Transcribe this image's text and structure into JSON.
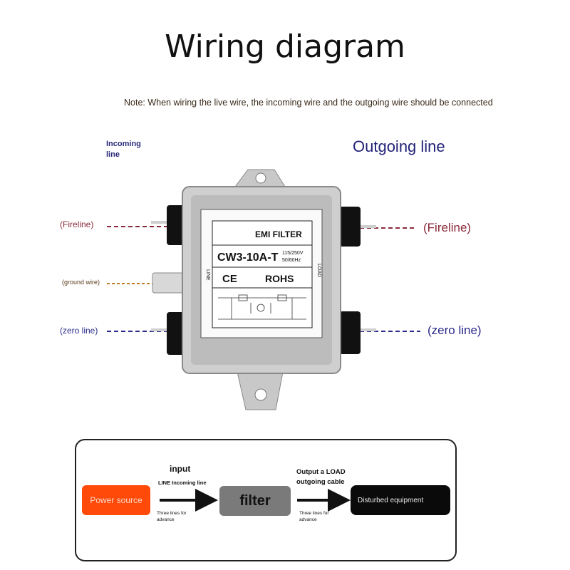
{
  "title": "Wiring diagram",
  "note": "Note: When wiring the live wire, the incoming wire and the outgoing wire should be connected",
  "incoming_line_label": "Incoming line",
  "outgoing_line_label": "Outgoing line",
  "left_labels": {
    "fireline": "(Fireline)",
    "ground": "(ground wire)",
    "zero": "(zero line)"
  },
  "right_labels": {
    "fireline": "(Fireline)",
    "zero": "(zero line)"
  },
  "product": {
    "line1": "EMI FILTER",
    "model": "CW3-10A-T",
    "voltage": "115/250V",
    "freq": "50/60Hz",
    "ce": "CE",
    "rohs": "ROHS",
    "side_left": "LINE",
    "side_right": "LOAD"
  },
  "flow": {
    "input": "input",
    "line_incoming": "LINE Incoming line",
    "power_source": "Power source",
    "filter": "filter",
    "output_load": "Output a LOAD outgoing cable",
    "disturbed": "Disturbed equipment",
    "three_lines_1": "Three lines for advance",
    "three_lines_2": "Three lines for advance"
  },
  "colors": {
    "fire_wire": "#8a2a3a",
    "ground_wire": "#c07a20",
    "zero_wire": "#2a2a8a",
    "power_source": "#ff4a0a",
    "filter": "#7a7a7a",
    "device": "#0a0a0a"
  }
}
